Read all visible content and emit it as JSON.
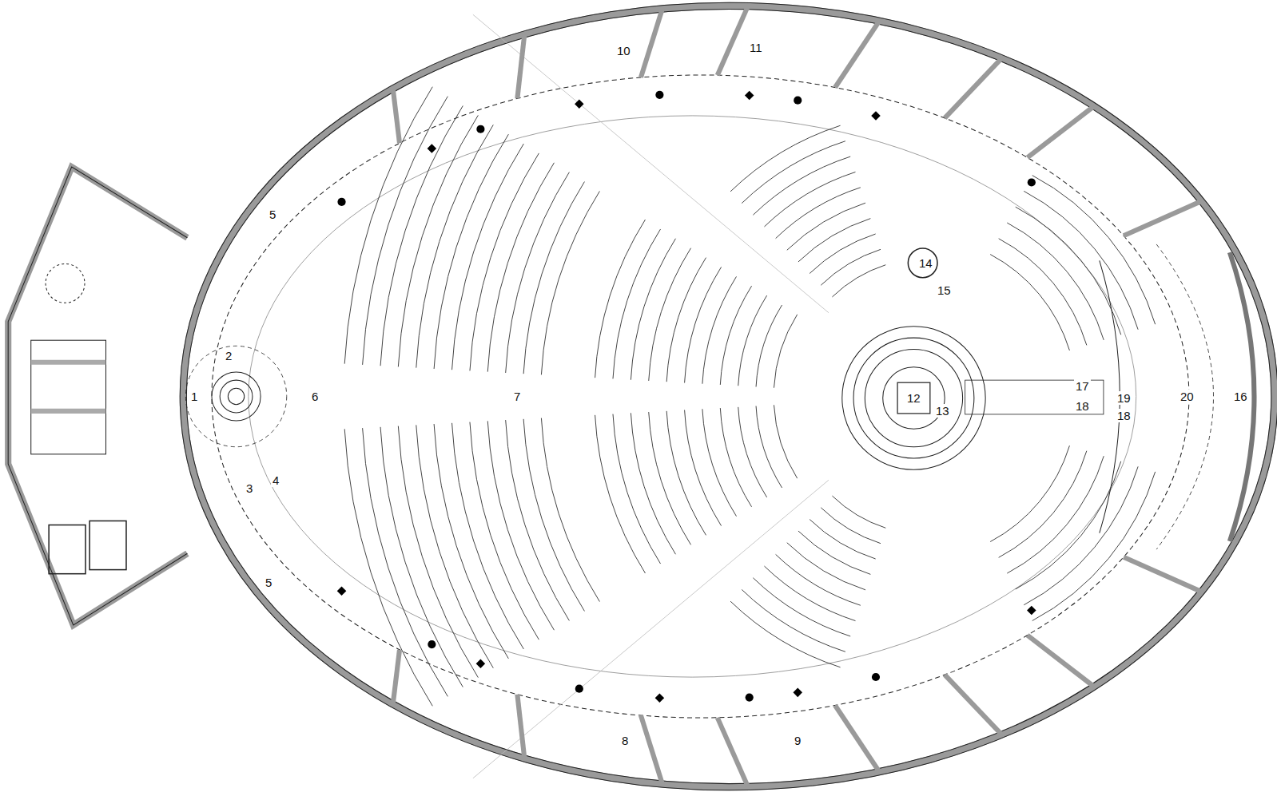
{
  "diagram": {
    "labels": [
      "10",
      "11",
      "14",
      "5",
      "15",
      "2",
      "17",
      "1",
      "6",
      "7",
      "12",
      "19",
      "20",
      "16",
      "18",
      "13",
      "18",
      "4",
      "3",
      "5",
      "8",
      "9"
    ]
  }
}
